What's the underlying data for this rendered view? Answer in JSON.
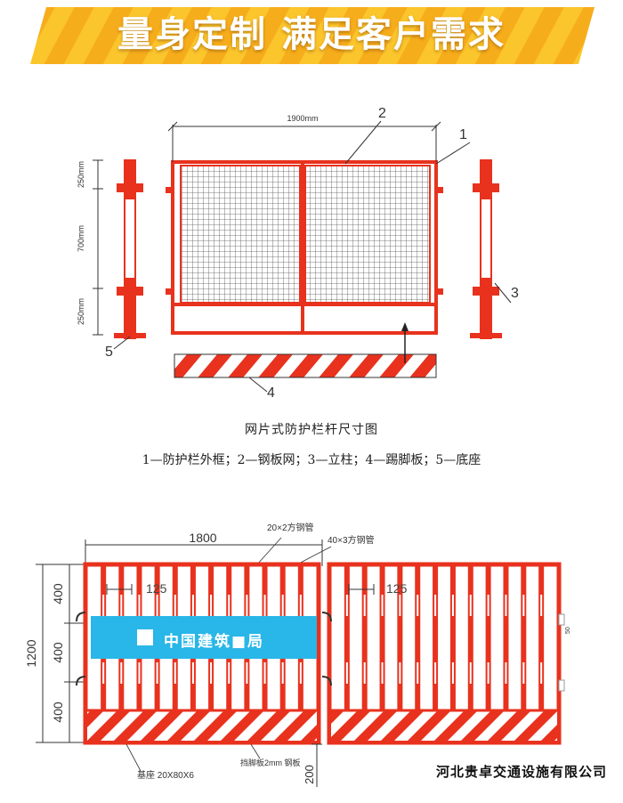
{
  "banner": {
    "title": "量身定制 满足客户需求",
    "colors": {
      "stripe_light": "#fbc52c",
      "stripe_dark": "#f39a0c"
    }
  },
  "top_diagram": {
    "width_label": "1900mm",
    "heights": [
      "250mm",
      "700mm",
      "250mm"
    ],
    "callouts": [
      "1",
      "2",
      "3",
      "4",
      "5"
    ],
    "colors": {
      "frame": "#e8321e",
      "mesh": "#444444"
    }
  },
  "caption": {
    "title": "网片式防护栏杆尺寸图",
    "legend": "1—防护栏外框；2—钢板网；3—立柱；4—踢脚板；5—底座"
  },
  "bottom_diagram": {
    "width_label": "1800",
    "spacing_labels": [
      "125",
      "125"
    ],
    "tube_labels": [
      "20×2方钢管",
      "40×3方钢管"
    ],
    "height_total": "1200",
    "height_segments": [
      "400",
      "400",
      "400"
    ],
    "sign_text": "中国建筑■局",
    "base_label": "基座 20X80X6",
    "board_label": "挡脚板2mm 钢板",
    "base_height": "200",
    "right_note": "50",
    "colors": {
      "frame": "#e8321e",
      "sign": "#29b6e8"
    }
  },
  "company": "河北贵卓交通设施有限公司"
}
